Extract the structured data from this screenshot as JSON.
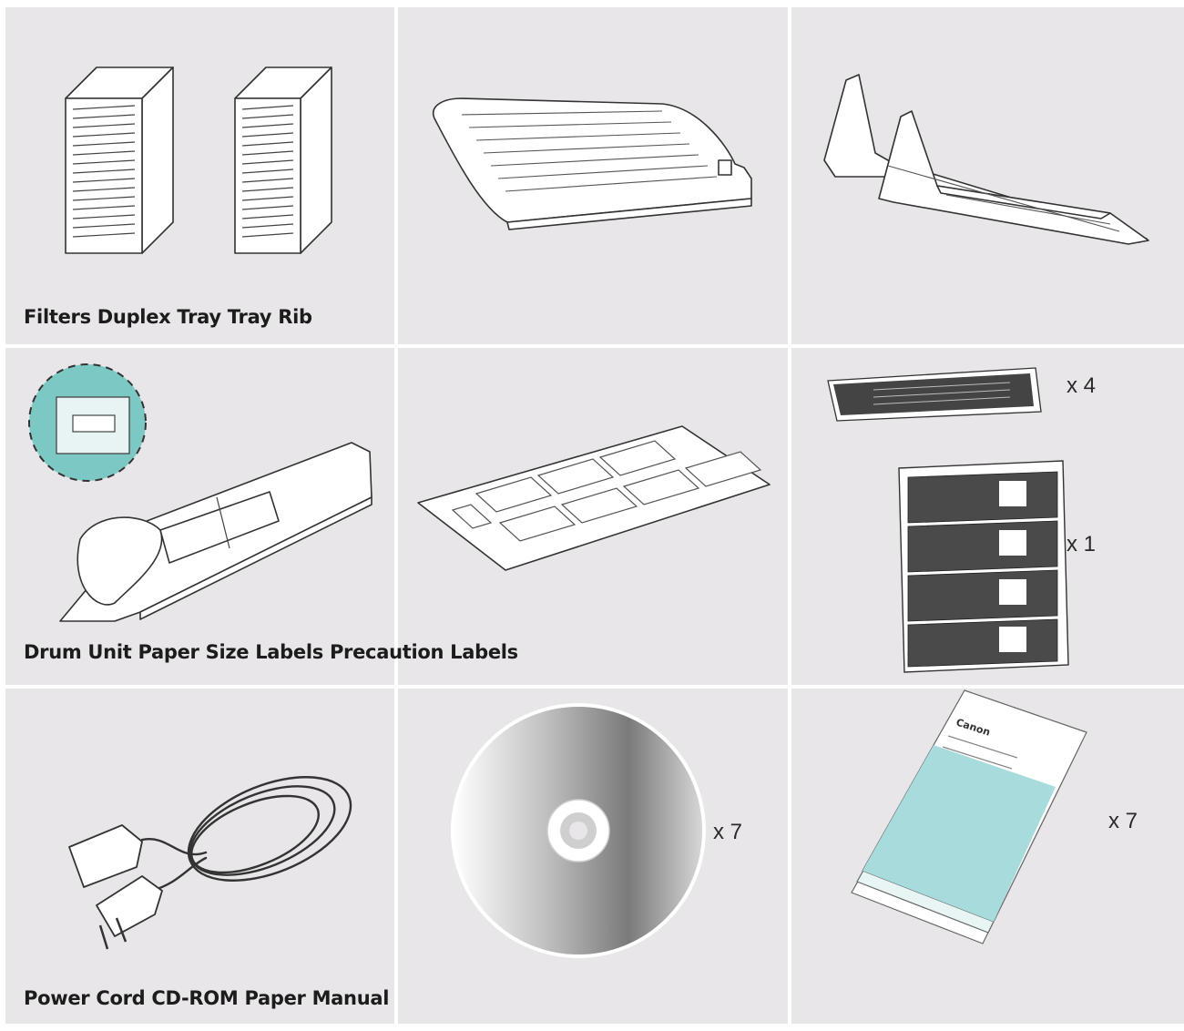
{
  "rows": [
    {
      "label": "Filters Duplex Tray Tray Rib"
    },
    {
      "label": "Drum Unit Paper Size Labels Precaution Labels"
    },
    {
      "label": "Power Cord CD-ROM Paper Manual"
    }
  ],
  "quantities": {
    "precaution_label_small": "x 4",
    "precaution_label_sheet": "x 1",
    "cd_rom": "x 7",
    "paper_manual": "x 7"
  },
  "manual_cover_text": "Canon",
  "icons": [
    "filter-icon",
    "duplex-tray-icon",
    "tray-rib-icon",
    "drum-unit-icon",
    "paper-size-labels-icon",
    "precaution-labels-icon",
    "power-cord-icon",
    "cd-rom-icon",
    "paper-manual-icon"
  ],
  "colors": {
    "cell_background": "#e8e6e8",
    "manual_accent": "#a8dcdc",
    "drum_accent": "#7cc8c4"
  }
}
